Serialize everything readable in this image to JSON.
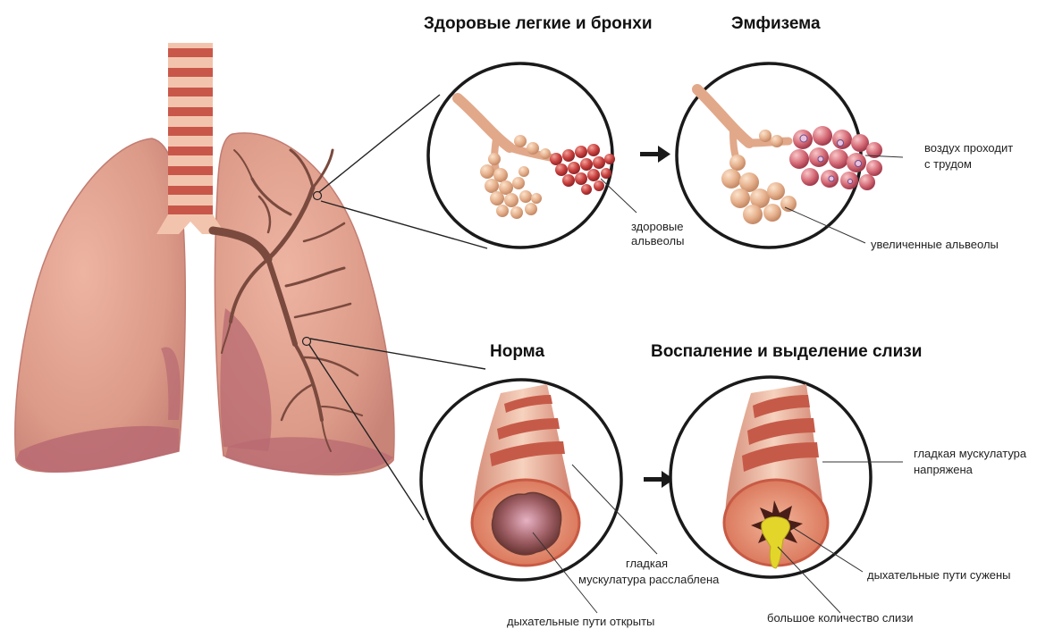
{
  "titles": {
    "healthy": "Здоровые легкие и бронхи",
    "emphysema": "Эмфизема",
    "norm": "Норма",
    "inflammation": "Воспаление и выделение слизи"
  },
  "labels": {
    "healthy_alveoli_line1": "здоровые",
    "healthy_alveoli_line2": "альвеолы",
    "enlarged_alveoli": "увеличенные альвеолы",
    "air_difficult_line1": "воздух проходит",
    "air_difficult_line2": "с трудом",
    "smooth_relaxed_line1": "гладкая",
    "smooth_relaxed_line2": "мускулатура расслаблена",
    "airways_open": "дыхательные пути открыты",
    "smooth_tense_line1": "гладкая мускулатура",
    "smooth_tense_line2": "напряжена",
    "airways_narrowed": "дыхательные пути сужены",
    "much_mucus": "большое количество слизи"
  },
  "colors": {
    "lung": "#e3a08e",
    "lung_dark": "#b86a72",
    "trachea_ring": "#c8574a",
    "alveoli_healthy": "#e9b893",
    "alveoli_red": "#c9413f",
    "mucus": "#e3d52a",
    "frame": "#1a1a1a"
  }
}
